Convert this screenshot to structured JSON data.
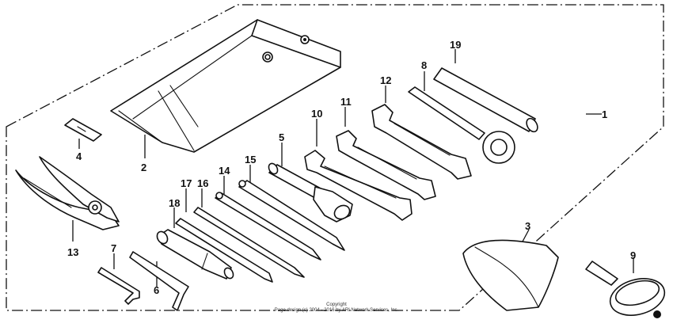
{
  "callouts": {
    "n1": "1",
    "n2": "2",
    "n3": "3",
    "n4": "4",
    "n5": "5",
    "n6": "6",
    "n7": "7",
    "n8": "8",
    "n9": "9",
    "n10": "10",
    "n11": "11",
    "n12": "12",
    "n13": "13",
    "n14": "14",
    "n15": "15",
    "n16": "16",
    "n17": "17",
    "n18": "18",
    "n19": "19"
  },
  "copyright": {
    "line1": "Copyright",
    "line2": "Page design (c) 2004 - 2016 by ARI Network Services, Inc."
  },
  "colors": {
    "ink": "#111111",
    "paper": "#ffffff"
  }
}
